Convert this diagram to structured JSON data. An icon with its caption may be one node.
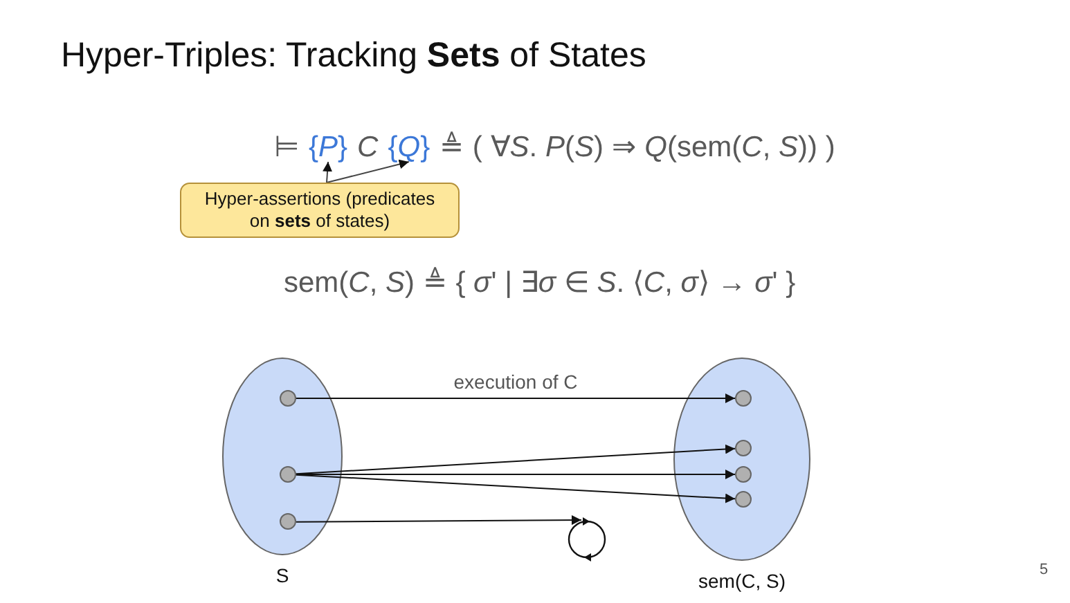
{
  "diagram": {
    "title": "Hyper-Triples: Tracking **Sets** of States",
    "nodes": [
      {
        "text": [
          "{*P*}"
        ]
      },
      {
        "text": [
          "{*Q*}"
        ]
      },
      {
        "text": [
          "Hyper-assertions (predicates on **sets** of states)"
        ]
      },
      {
        "text": [
          "S"
        ]
      },
      {
        "text": [],
        "shape": "circle",
        "in": 3
      },
      {
        "text": [],
        "shape": "circle",
        "in": 3
      },
      {
        "text": [],
        "shape": "circle",
        "in": 3
      },
      {
        "text": [
          "sem(C, S)"
        ]
      },
      {
        "text": [],
        "shape": "circle",
        "in": 7
      },
      {
        "text": [],
        "shape": "circle",
        "in": 7
      },
      {
        "text": [],
        "shape": "circle",
        "in": 7
      },
      {
        "text": [],
        "shape": "circle",
        "in": 7
      },
      {
        "text": [],
        "shape": "circle"
      }
    ],
    "edges": [
      {
        "from": 2,
        "to": 0,
        "arrow": "to"
      },
      {
        "from": 2,
        "to": 1,
        "arrow": "to"
      },
      {
        "from": 4,
        "to": 8,
        "arrow": "to",
        "label": "execution of C"
      },
      {
        "from": 5,
        "to": 9,
        "arrow": "to"
      },
      {
        "from": 5,
        "to": 10,
        "arrow": "to"
      },
      {
        "from": 5,
        "to": 11,
        "arrow": "to"
      },
      {
        "from": 6,
        "to": 12,
        "arrow": "to"
      }
    ],
    "labels": [
      "⊨",
      "*C*",
      "≜ ( ∀*S*. *P*(*S*) ⇒ *Q*(sem(*C*, *S*)) )",
      "sem(*C*, *S*) ≜ { *σ*' | ∃*σ* ∈ *S*. ⟨*C*, *σ*⟩ → *σ*' }",
      "5"
    ]
  }
}
